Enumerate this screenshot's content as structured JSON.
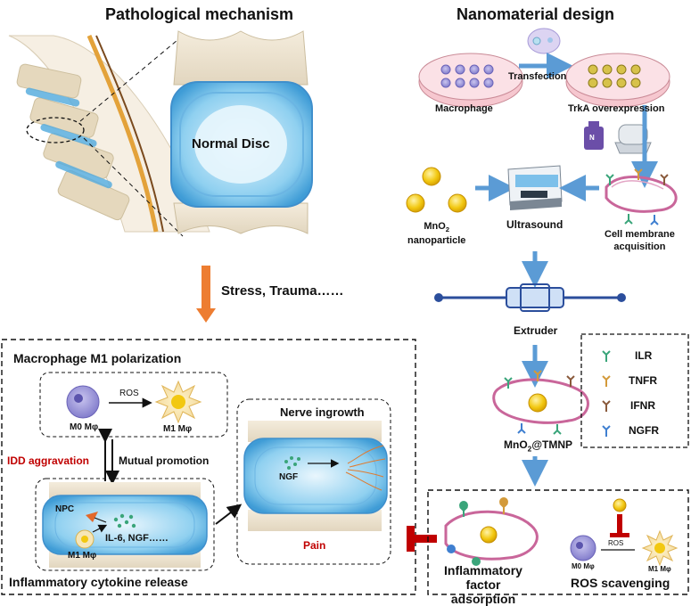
{
  "titles": {
    "left": "Pathological mechanism",
    "right": "Nanomaterial design"
  },
  "pathology": {
    "normal_disc": "Normal Disc",
    "trigger": "Stress, Trauma……",
    "m1_polarization": "Macrophage M1 polarization",
    "ros": "ROS",
    "m0": "M0 Mφ",
    "m1": "M1 Mφ",
    "idd_aggravation": "IDD aggravation",
    "mutual_promotion": "Mutual promotion",
    "npc": "NPC",
    "m1_disc": "M1 Mφ",
    "cytokines": "IL-6, NGF……",
    "cytokine_release": "Inflammatory cytokine release",
    "nerve_ingrowth": "Nerve ingrowth",
    "ngf": "NGF",
    "pain": "Pain"
  },
  "design": {
    "macrophage": "Macrophage",
    "transfection": "Transfection",
    "trka": "TrkA overexpression",
    "n2": "N",
    "mno2_prefix": "MnO",
    "mno2_sub": "2",
    "nanoparticle": "nanoparticle",
    "ultrasound": "Ultrasound",
    "membrane_line1": "Cell membrane",
    "membrane_line2": "acquisition",
    "extruder": "Extruder",
    "tmnp_prefix": "MnO",
    "tmnp_sub": "2",
    "tmnp_suffix": "@TMNP",
    "adsorption_line1": "Inflammatory",
    "adsorption_line2": "factor adsorption",
    "ros_scavenging": "ROS scavenging",
    "ros": "ROS",
    "m0": "M0 Mφ",
    "m1": "M1 Mφ"
  },
  "legend": [
    {
      "label": "ILR",
      "color": "#3aa57a"
    },
    {
      "label": "TNFR",
      "color": "#d39a3a"
    },
    {
      "label": "IFNR",
      "color": "#8a5a3c"
    },
    {
      "label": "NGFR",
      "color": "#3f7fd0"
    }
  ],
  "colors": {
    "arrow_blue": "#5b9bd5",
    "arrow_orange": "#ed7d31",
    "inhibit_red": "#c00000",
    "disc_blue": "#5aaedf",
    "membrane": "#c9669a",
    "nanoparticle": "#f2c811"
  }
}
